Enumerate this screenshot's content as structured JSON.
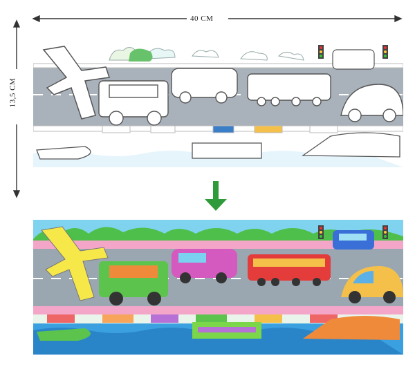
{
  "dimensions": {
    "width_label": "40 CM",
    "height_label": "13,5 CM"
  },
  "panels": {
    "top": {
      "mode": "outline"
    },
    "bottom": {
      "mode": "colored"
    }
  },
  "colors": {
    "arrow_green": "#2f9a3a",
    "road_gray": "#9aa7b1",
    "outline_road": "#a9b2ba",
    "water_blue": "#3aa0e0",
    "pink_sidewalk": "#f4a6c8"
  },
  "icons": [
    "dimension-arrow-icon",
    "down-arrow-icon"
  ]
}
